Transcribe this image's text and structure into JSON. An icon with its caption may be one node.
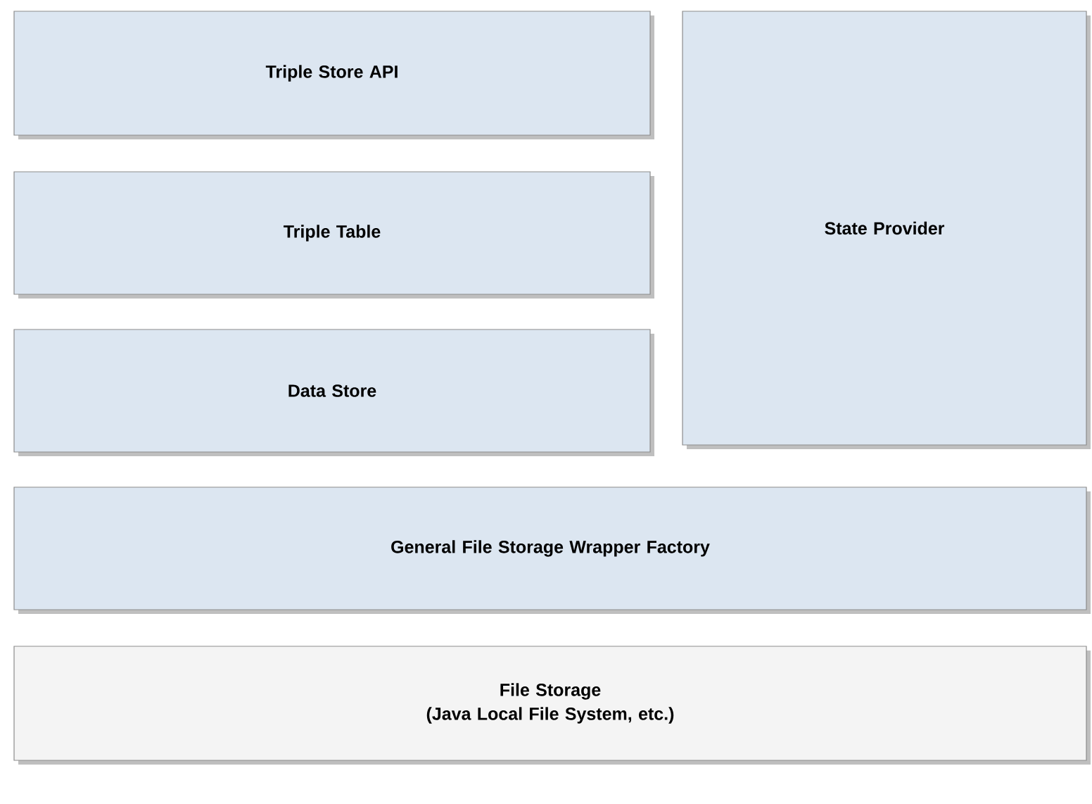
{
  "diagram": {
    "nodes": [
      {
        "text": [
          "Triple Store API"
        ]
      },
      {
        "text": [
          "Triple Table"
        ]
      },
      {
        "text": [
          "Data Store"
        ]
      },
      {
        "text": [
          "State Provider"
        ]
      },
      {
        "text": [
          "General File Storage Wrapper Factory"
        ]
      },
      {
        "text": [
          "File Storage",
          "(Java Local File System, etc.)"
        ]
      }
    ]
  }
}
